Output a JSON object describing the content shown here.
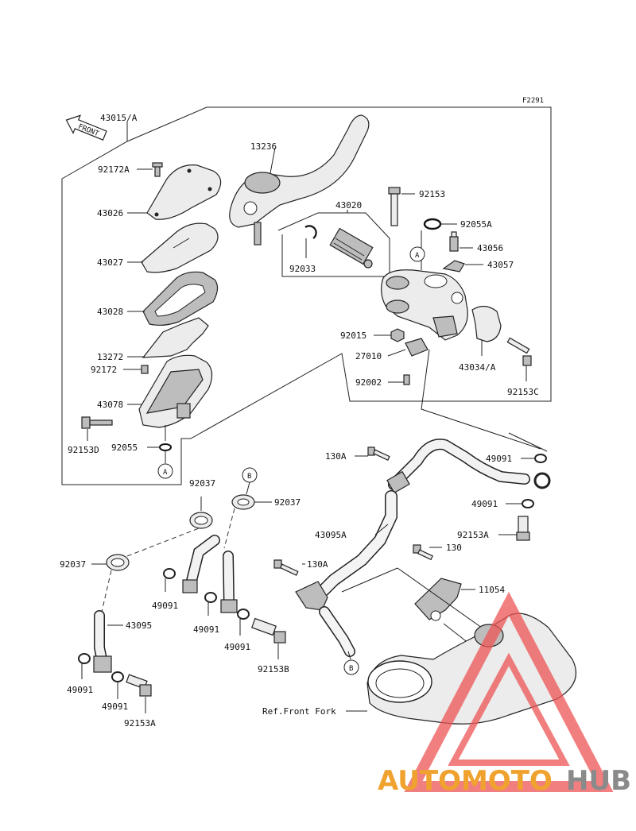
{
  "figure_code": "F2291",
  "front_label": "FRONT",
  "ref_text": "Ref.Front Fork",
  "watermark": {
    "part1": "AUTOMOTO",
    "part2": "HUB"
  },
  "callouts": {
    "A": "A",
    "B": "B"
  },
  "parts": {
    "p43015A": "43015/A",
    "p92172A": "92172A",
    "p43026": "43026",
    "p43027": "43027",
    "p43028": "43028",
    "p13272": "13272",
    "p92172": "92172",
    "p43078": "43078",
    "p92153D": "92153D",
    "p92055": "92055",
    "p13236": "13236",
    "p43020": "43020",
    "p92033": "92033",
    "p92153": "92153",
    "p92055A": "92055A",
    "p43056": "43056",
    "p43057": "43057",
    "p92015": "92015",
    "p27010": "27010",
    "p92002": "92002",
    "p43034A": "43034/A",
    "p92153C": "92153C",
    "p130A_1": "130A",
    "p49091_r1": "49091",
    "p49091_r2": "49091",
    "p92153A_r": "92153A",
    "p43095A": "43095A",
    "p130": "130",
    "p130A_2": "130A",
    "p11054": "11054",
    "p92037_1": "92037",
    "p92037_2": "92037",
    "p92037_3": "92037",
    "p49091_1": "49091",
    "p49091_2": "49091",
    "p49091_3": "49091",
    "p43095": "43095",
    "p92153B": "92153B",
    "p49091_4": "49091",
    "p49091_5": "49091",
    "p92153A_l": "92153A"
  }
}
